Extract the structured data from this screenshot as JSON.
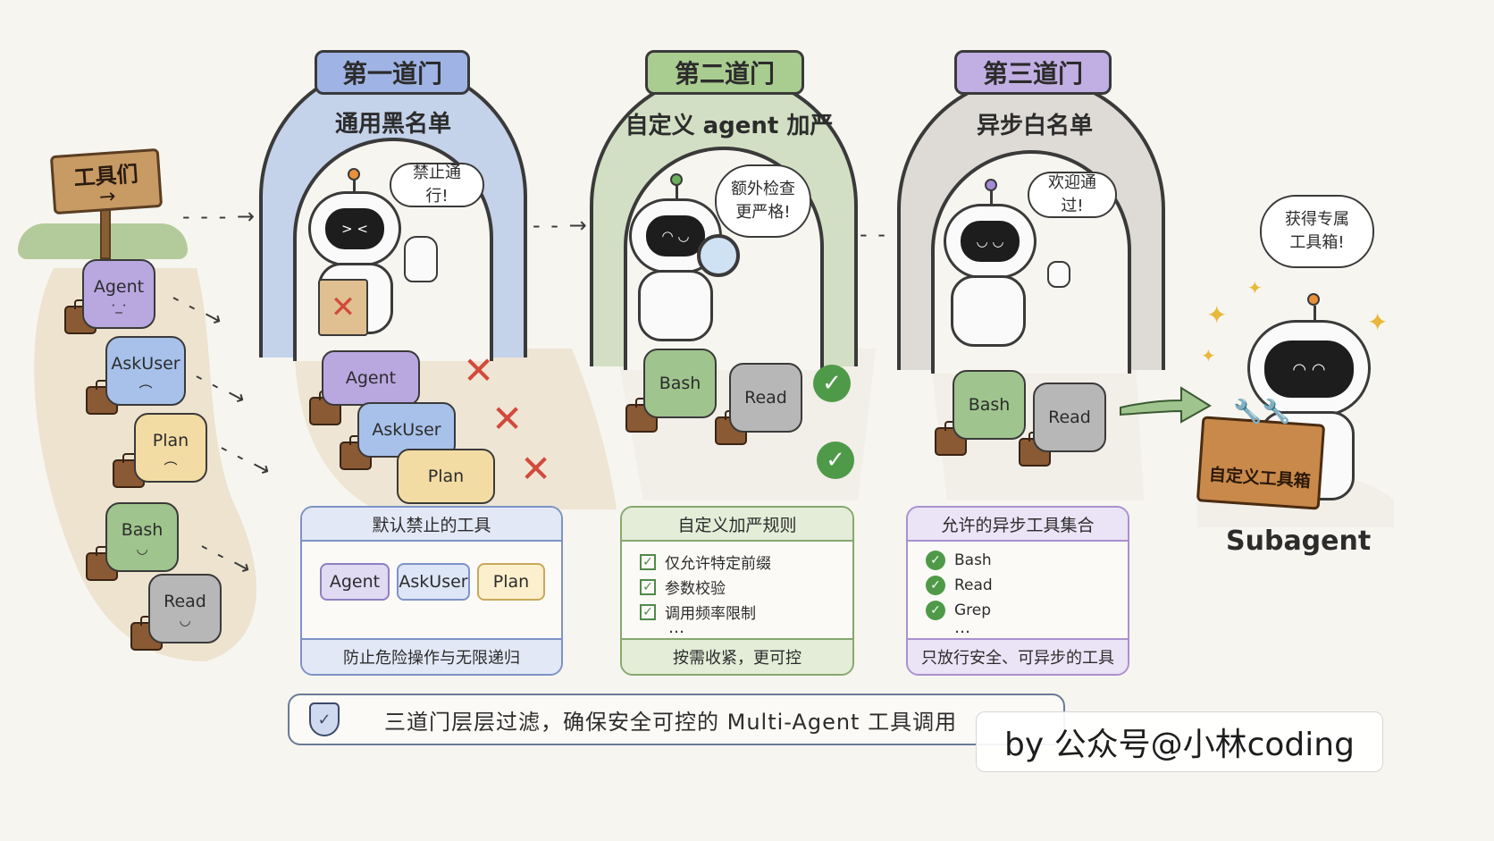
{
  "sign": {
    "label": "工具们",
    "arrow": "→"
  },
  "tools_left": [
    {
      "name": "Agent",
      "face": "·_·"
    },
    {
      "name": "AskUser",
      "face": "︵"
    },
    {
      "name": "Plan",
      "face": "︵"
    },
    {
      "name": "Bash",
      "face": "◡"
    },
    {
      "name": "Read",
      "face": "◡"
    }
  ],
  "gates": [
    {
      "tag": "第一道门",
      "subtitle": "通用黑名单",
      "bubble": "禁止通行!",
      "tag_color": "#9fb4e4",
      "arch_color": "#c4d2ea"
    },
    {
      "tag": "第二道门",
      "subtitle": "自定义 agent 加严",
      "bubble": "额外检查\n更严格!",
      "tag_color": "#a9cc90",
      "arch_color": "#d2dfc4"
    },
    {
      "tag": "第三道门",
      "subtitle": "异步白名单",
      "bubble": "欢迎通过!",
      "tag_color": "#c1aee2",
      "arch_color": "#dedbd6"
    }
  ],
  "gate1_tools": [
    "Agent",
    "AskUser",
    "Plan"
  ],
  "gate2_tools": [
    "Bash",
    "Read"
  ],
  "gate3_tools": [
    "Bash",
    "Read"
  ],
  "marks": {
    "x": "✕",
    "check": "✓"
  },
  "panel1": {
    "title": "默认禁止的工具",
    "chips": [
      "Agent",
      "AskUser",
      "Plan"
    ],
    "footer": "防止危险操作与无限递归",
    "color": "#7d92c6"
  },
  "panel2": {
    "title": "自定义加严规则",
    "rules": [
      "仅允许特定前缀",
      "参数校验",
      "调用频率限制"
    ],
    "ellipsis": "…",
    "footer": "按需收紧，更可控",
    "color": "#86a86f"
  },
  "panel3": {
    "title": "允许的异步工具集合",
    "tools": [
      "Bash",
      "Read",
      "Grep"
    ],
    "ellipsis": "…",
    "footer": "只放行安全、可异步的工具",
    "color": "#a991cf"
  },
  "subagent": {
    "bubble": "获得专属\n工具箱!",
    "toolbox_label": "自定义工具箱",
    "label": "Subagent"
  },
  "banner": {
    "text": "三道门层层过滤，确保安全可控的 Multi-Agent 工具调用"
  },
  "watermark": {
    "text": "by 公众号@小林coding"
  }
}
